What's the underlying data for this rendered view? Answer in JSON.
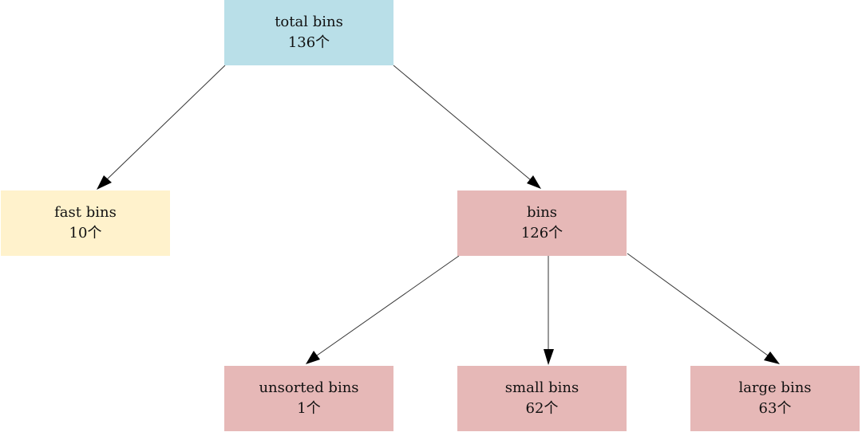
{
  "nodes": {
    "total": {
      "label": "total bins",
      "count": "136个",
      "color": "#b9dfe8"
    },
    "fast": {
      "label": "fast bins",
      "count": "10个",
      "color": "#fff2cc"
    },
    "bins": {
      "label": "bins",
      "count": "126个",
      "color": "#e6b8b7"
    },
    "unsorted": {
      "label": "unsorted bins",
      "count": "1个",
      "color": "#e6b8b7"
    },
    "small": {
      "label": "small bins",
      "count": "62个",
      "color": "#e6b8b7"
    },
    "large": {
      "label": "large bins",
      "count": "63个",
      "color": "#e6b8b7"
    }
  },
  "edges": [
    {
      "from": "total",
      "to": "fast"
    },
    {
      "from": "total",
      "to": "bins"
    },
    {
      "from": "bins",
      "to": "unsorted"
    },
    {
      "from": "bins",
      "to": "small"
    },
    {
      "from": "bins",
      "to": "large"
    }
  ],
  "edge_color": "#333333"
}
